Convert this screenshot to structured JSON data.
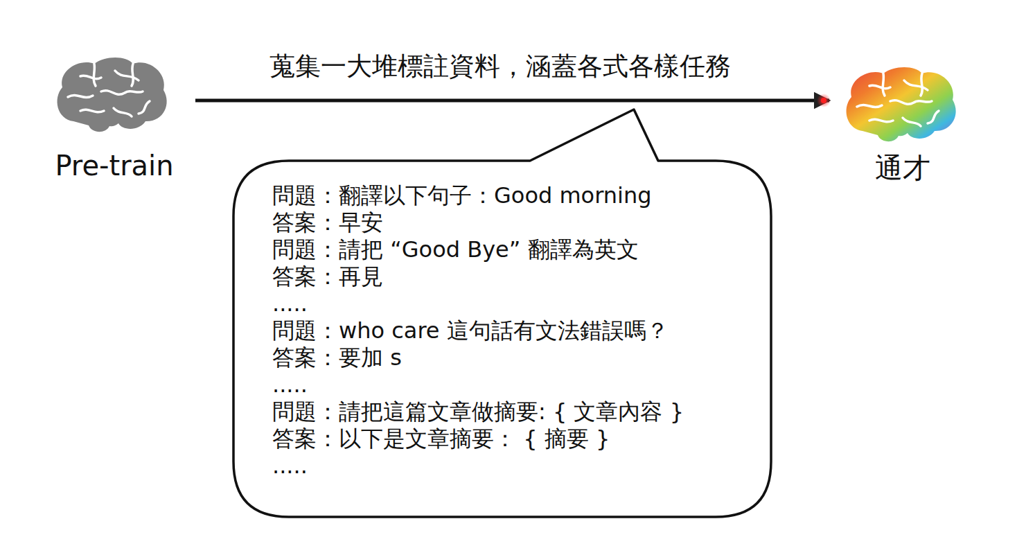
{
  "diagram": {
    "nodes": [
      {
        "text": [
          "Pre-train"
        ]
      },
      {
        "text": [
          "通才"
        ]
      },
      {
        "text": [
          "問題：翻譯以下句子：Good morning",
          "答案：早安",
          "問題：請把 “Good Bye” 翻譯為英文",
          "答案：再見",
          ".....",
          "問題：who care 這句話有文法錯誤嗎？",
          "答案：要加 s",
          ".....",
          "問題：請把這篇文章做摘要: { 文章內容 }",
          "答案：以下是文章摘要： { 摘要 }",
          "....."
        ]
      }
    ],
    "edges": [
      {
        "from": 0,
        "to": 1,
        "arrow": "to",
        "label": "蒐集一大堆標註資料，涵蓋各式各樣任務"
      }
    ]
  }
}
